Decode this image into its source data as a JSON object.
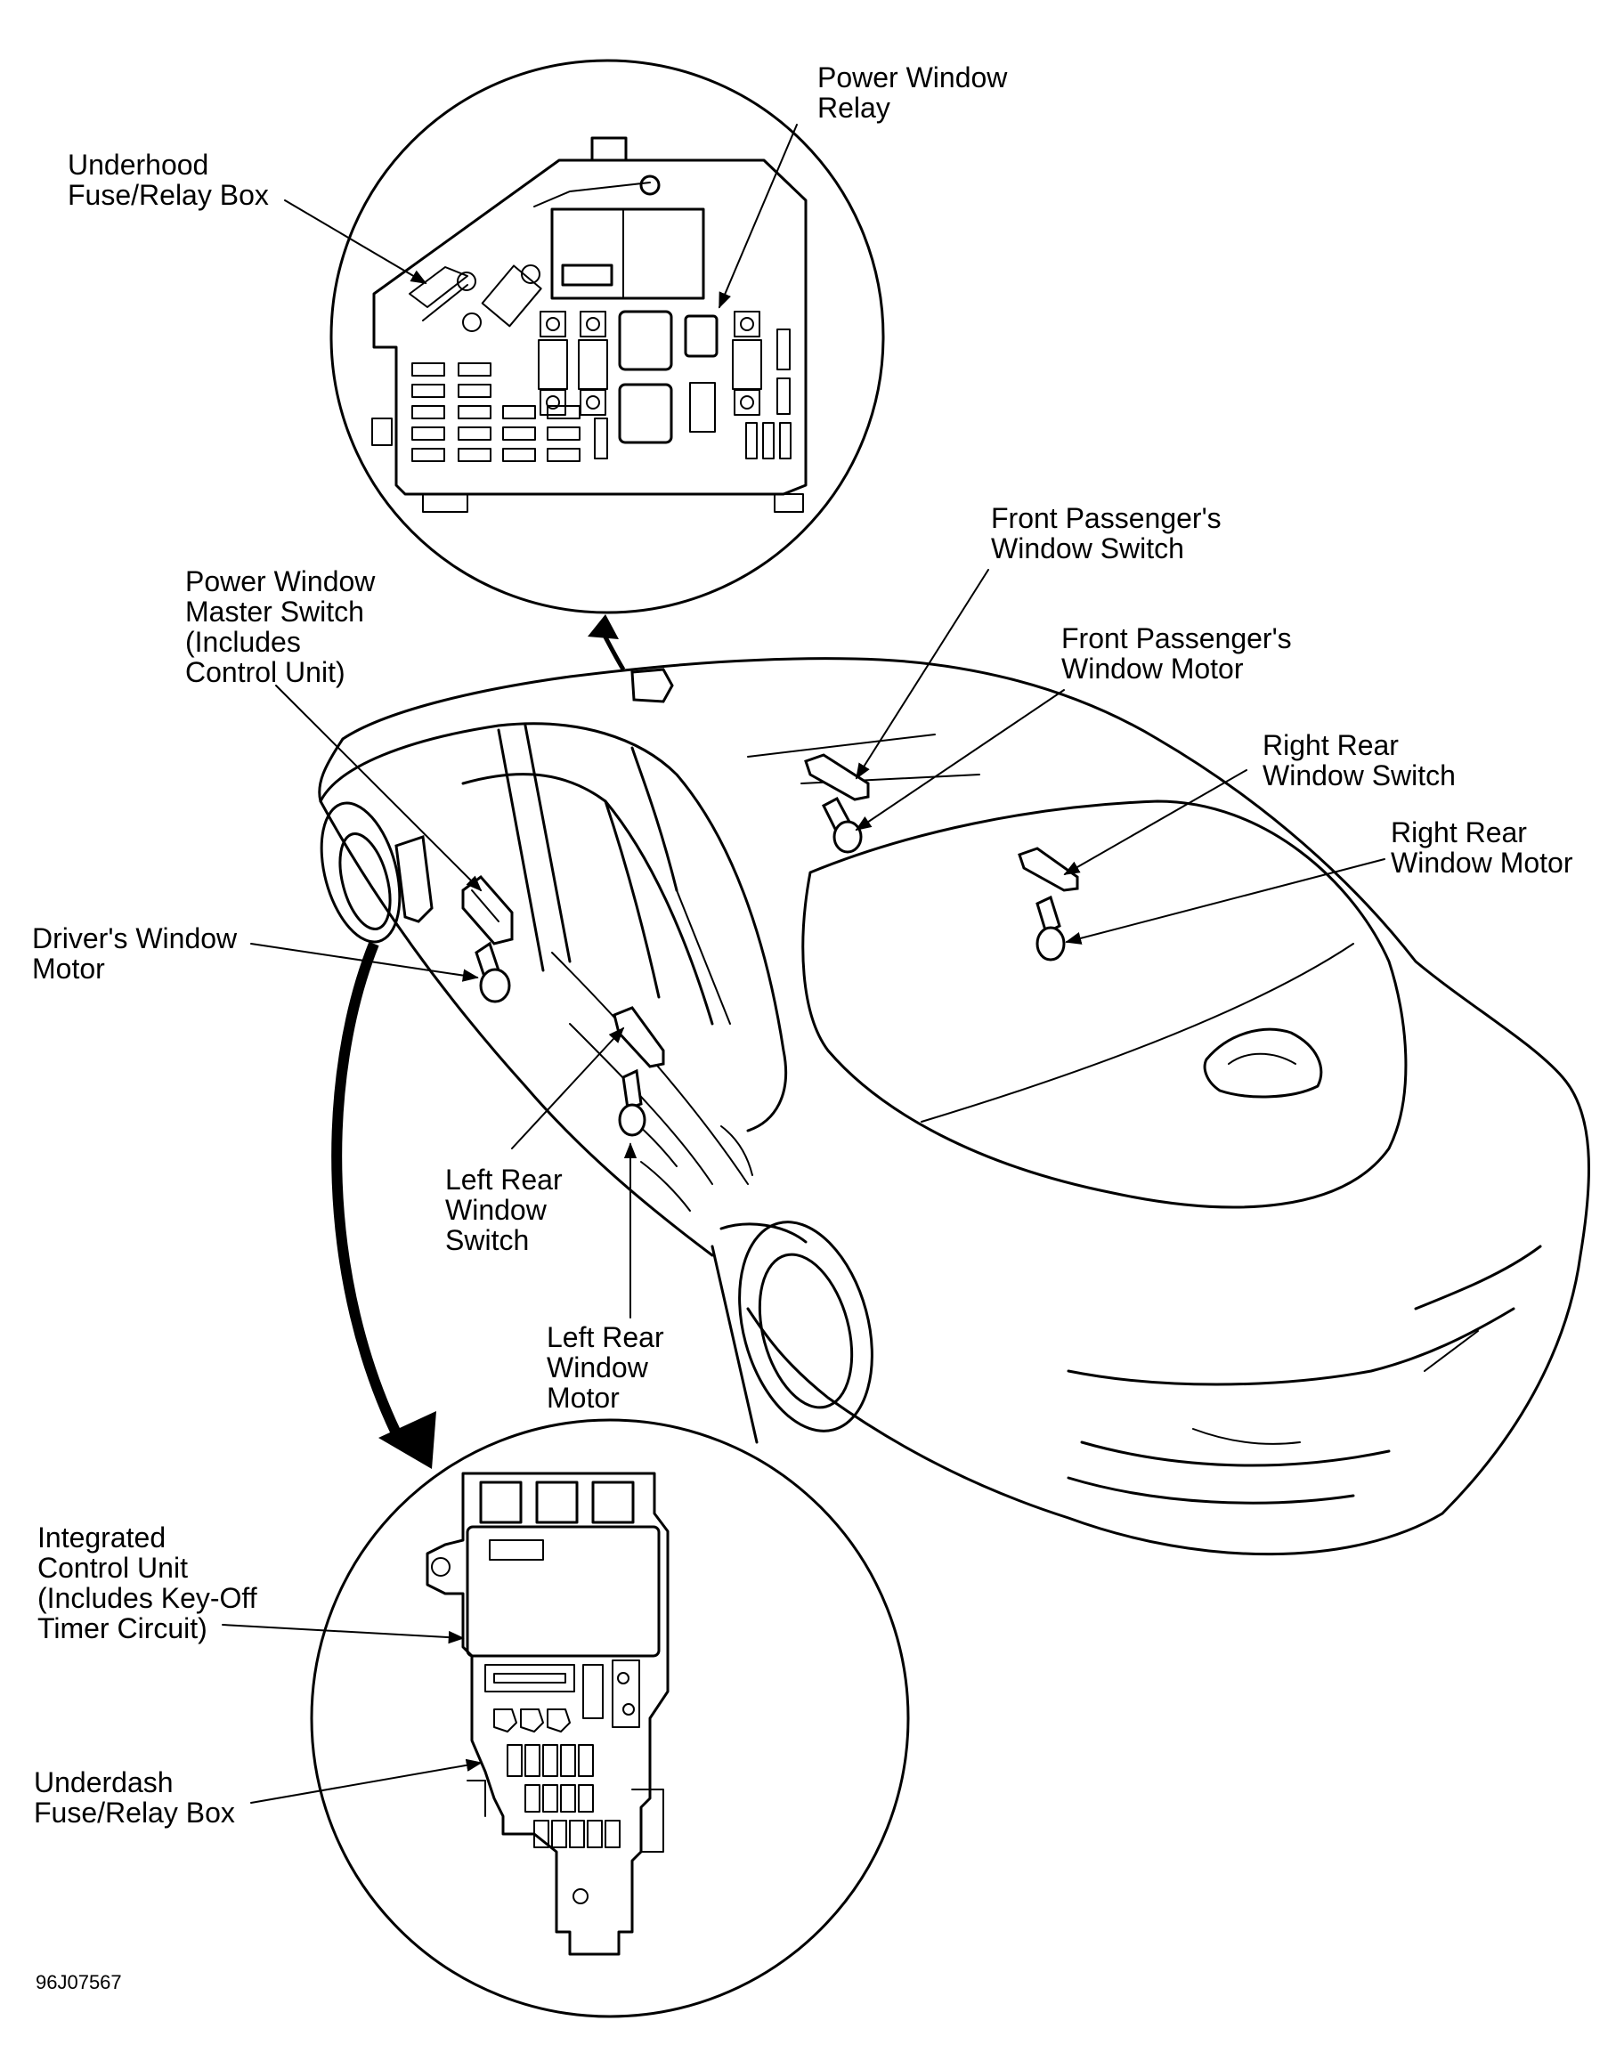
{
  "labels": {
    "power_window_relay": [
      "Power Window",
      "Relay"
    ],
    "underhood_fuse_box": [
      "Underhood",
      "Fuse/Relay Box"
    ],
    "front_passenger_switch": [
      "Front Passenger's",
      "Window Switch"
    ],
    "front_passenger_motor": [
      "Front Passenger's",
      "Window Motor"
    ],
    "master_switch": [
      "Power Window",
      "Master Switch",
      "(Includes",
      "Control Unit)"
    ],
    "right_rear_switch": [
      "Right Rear",
      "Window Switch"
    ],
    "right_rear_motor": [
      "Right Rear",
      "Window Motor"
    ],
    "driver_motor": [
      "Driver's Window",
      "Motor"
    ],
    "left_rear_switch": [
      "Left Rear",
      "Window",
      "Switch"
    ],
    "left_rear_motor": [
      "Left Rear",
      "Window",
      "Motor"
    ],
    "integrated_control_unit": [
      "Integrated",
      "Control Unit",
      "(Includes Key-Off",
      "Timer Circuit)"
    ],
    "underdash_fuse_box": [
      "Underdash",
      "Fuse/Relay Box"
    ]
  },
  "figure_code": "96J07567"
}
